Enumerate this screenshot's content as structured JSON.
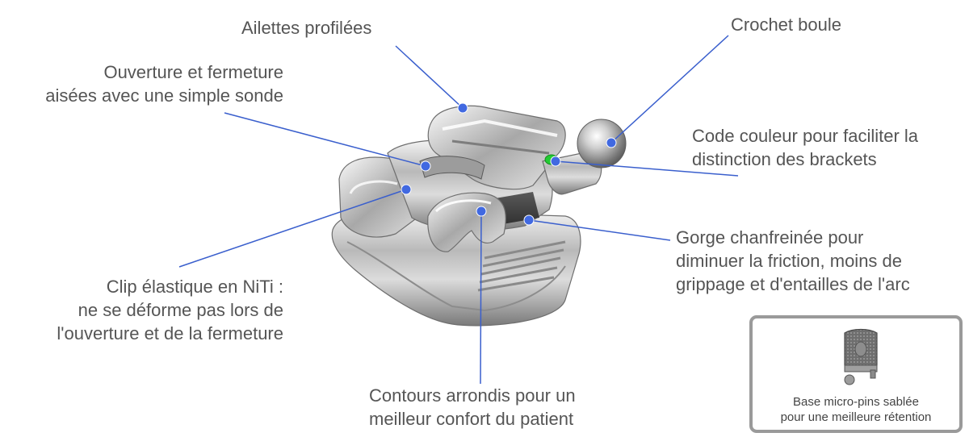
{
  "colors": {
    "leader_line": "#3a5fcd",
    "leader_dot": "#4169e1",
    "text": "#555555",
    "inset_border": "#9a9a9a",
    "color_code": "#22cc33"
  },
  "labels": {
    "ailettes": "Ailettes profilées",
    "crochet": "Crochet boule",
    "ouverture": [
      "Ouverture et fermeture",
      "aisées avec une simple sonde"
    ],
    "code_couleur": [
      "Code couleur pour faciliter la",
      "distinction des brackets"
    ],
    "gorge": [
      "Gorge chanfreinée pour",
      "diminuer la friction, moins de",
      "grippage et d'entailles de l'arc"
    ],
    "clip": [
      "Clip élastique en NiTi :",
      "ne se déforme pas lors de",
      "l'ouverture et de la fermeture"
    ],
    "contours": [
      "Contours arrondis pour un",
      "meilleur confort du patient"
    ]
  },
  "inset": {
    "caption": [
      "Base micro-pins sablée",
      "pour une meilleure rétention"
    ]
  }
}
